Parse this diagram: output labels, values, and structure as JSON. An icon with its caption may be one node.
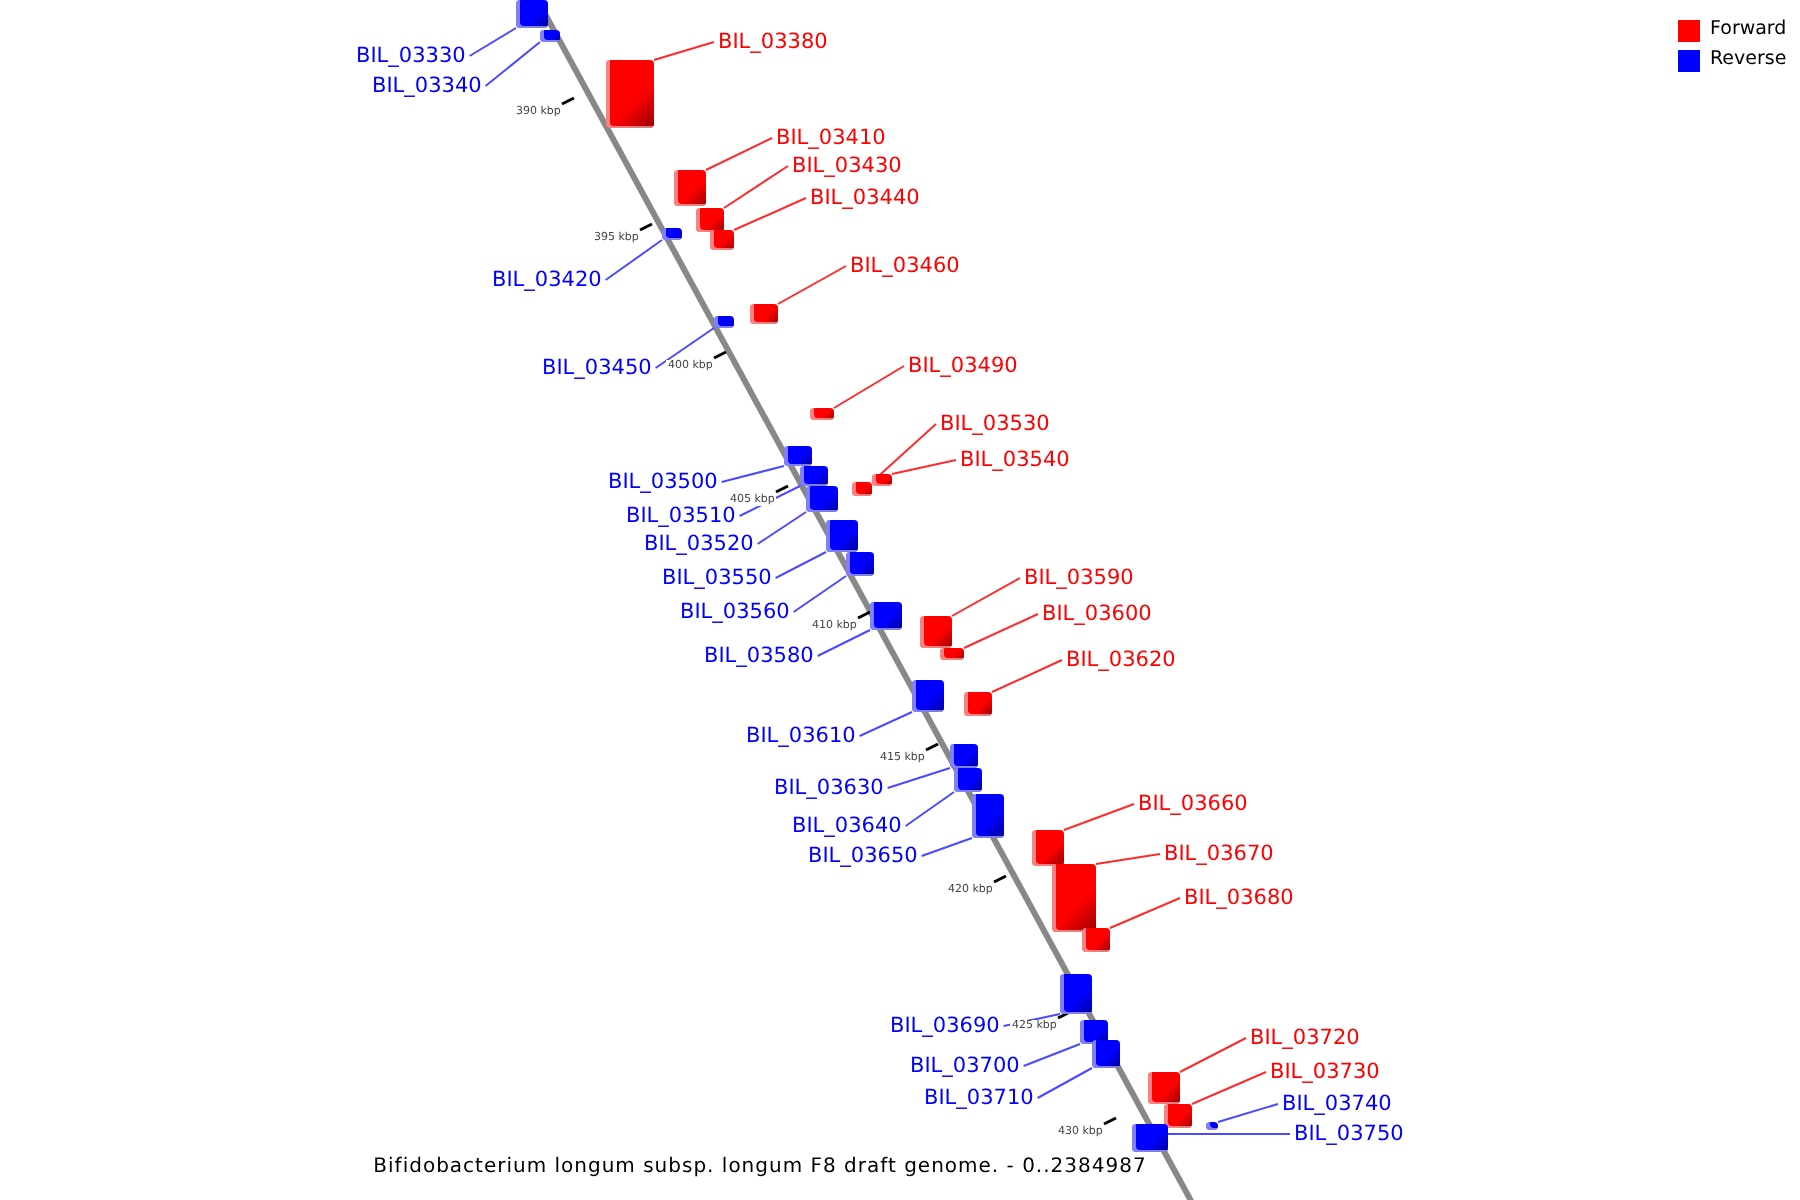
{
  "diagram": {
    "caption": "Bifidobacterium longum subsp. longum F8 draft genome. - 0..2384987",
    "nodes": [
      {
        "text": [
          "BIL_03330"
        ]
      },
      {
        "text": [],
        "shape": "bar"
      },
      {
        "text": [
          "BIL_03340"
        ]
      },
      {
        "text": [],
        "shape": "bar"
      },
      {
        "text": [
          "BIL_03380"
        ]
      },
      {
        "text": [],
        "shape": "bar"
      },
      {
        "text": [
          "BIL_03410"
        ]
      },
      {
        "text": [],
        "shape": "bar"
      },
      {
        "text": [
          "BIL_03430"
        ]
      },
      {
        "text": [],
        "shape": "bar"
      },
      {
        "text": [
          "BIL_03420"
        ]
      },
      {
        "text": [],
        "shape": "bar"
      },
      {
        "text": [
          "BIL_03440"
        ]
      },
      {
        "text": [],
        "shape": "bar"
      },
      {
        "text": [
          "BIL_03460"
        ]
      },
      {
        "text": [],
        "shape": "bar"
      },
      {
        "text": [
          "BIL_03450"
        ]
      },
      {
        "text": [],
        "shape": "bar"
      },
      {
        "text": [
          "BIL_03490"
        ]
      },
      {
        "text": [],
        "shape": "bar"
      },
      {
        "text": [
          "BIL_03500"
        ]
      },
      {
        "text": [],
        "shape": "bar"
      },
      {
        "text": [
          "BIL_03510"
        ]
      },
      {
        "text": [],
        "shape": "bar"
      },
      {
        "text": [
          "BIL_03540"
        ]
      },
      {
        "text": [],
        "shape": "bar"
      },
      {
        "text": [
          "BIL_03530"
        ]
      },
      {
        "text": [],
        "shape": "bar"
      },
      {
        "text": [
          "BIL_03520"
        ]
      },
      {
        "text": [],
        "shape": "bar"
      },
      {
        "text": [
          "BIL_03550"
        ]
      },
      {
        "text": [],
        "shape": "bar"
      },
      {
        "text": [
          "BIL_03560"
        ]
      },
      {
        "text": [],
        "shape": "bar"
      },
      {
        "text": [
          "BIL_03580"
        ]
      },
      {
        "text": [],
        "shape": "bar"
      },
      {
        "text": [
          "BIL_03590"
        ]
      },
      {
        "text": [],
        "shape": "bar"
      },
      {
        "text": [
          "BIL_03600"
        ]
      },
      {
        "text": [],
        "shape": "bar"
      },
      {
        "text": [
          "BIL_03610"
        ]
      },
      {
        "text": [],
        "shape": "bar"
      },
      {
        "text": [
          "BIL_03620"
        ]
      },
      {
        "text": [],
        "shape": "bar"
      },
      {
        "text": [
          "BIL_03630"
        ]
      },
      {
        "text": [],
        "shape": "bar"
      },
      {
        "text": [
          "BIL_03640"
        ]
      },
      {
        "text": [],
        "shape": "bar"
      },
      {
        "text": [
          "BIL_03650"
        ]
      },
      {
        "text": [],
        "shape": "bar"
      },
      {
        "text": [
          "BIL_03660"
        ]
      },
      {
        "text": [],
        "shape": "bar"
      },
      {
        "text": [
          "BIL_03670"
        ]
      },
      {
        "text": [],
        "shape": "bar"
      },
      {
        "text": [
          "BIL_03680"
        ]
      },
      {
        "text": [],
        "shape": "bar"
      },
      {
        "text": [
          "BIL_03690"
        ]
      },
      {
        "text": [],
        "shape": "bar"
      },
      {
        "text": [
          "BIL_03700"
        ]
      },
      {
        "text": [],
        "shape": "bar"
      },
      {
        "text": [
          "BIL_03710"
        ]
      },
      {
        "text": [],
        "shape": "bar"
      },
      {
        "text": [
          "BIL_03720"
        ]
      },
      {
        "text": [],
        "shape": "bar"
      },
      {
        "text": [
          "BIL_03730"
        ]
      },
      {
        "text": [],
        "shape": "bar"
      },
      {
        "text": [
          "BIL_03740"
        ]
      },
      {
        "text": [],
        "shape": "bar"
      },
      {
        "text": [
          "BIL_03750"
        ]
      },
      {
        "text": [],
        "shape": "bar"
      }
    ],
    "edges": [
      {
        "from": 0,
        "to": 1,
        "arrow": "none"
      },
      {
        "from": 2,
        "to": 3,
        "arrow": "none"
      },
      {
        "from": 4,
        "to": 5,
        "arrow": "none",
        "color": "#ff2a2a"
      },
      {
        "from": 6,
        "to": 7,
        "arrow": "none",
        "color": "#ff2a2a"
      },
      {
        "from": 8,
        "to": 9,
        "arrow": "none",
        "color": "#ff2a2a"
      },
      {
        "from": 10,
        "to": 11,
        "arrow": "none"
      },
      {
        "from": 12,
        "to": 13,
        "arrow": "none",
        "color": "#ff2a2a"
      },
      {
        "from": 14,
        "to": 15,
        "arrow": "none",
        "color": "#ff2a2a"
      },
      {
        "from": 16,
        "to": 17,
        "arrow": "none"
      },
      {
        "from": 18,
        "to": 19,
        "arrow": "none",
        "color": "#ff2a2a"
      },
      {
        "from": 20,
        "to": 21,
        "arrow": "none"
      },
      {
        "from": 22,
        "to": 23,
        "arrow": "none"
      },
      {
        "from": 24,
        "to": 25,
        "arrow": "none",
        "color": "#ff2a2a"
      },
      {
        "from": 26,
        "to": 27,
        "arrow": "none",
        "color": "#ff2a2a"
      },
      {
        "from": 28,
        "to": 29,
        "arrow": "none"
      },
      {
        "from": 30,
        "to": 31,
        "arrow": "none"
      },
      {
        "from": 32,
        "to": 33,
        "arrow": "none"
      },
      {
        "from": 34,
        "to": 35,
        "arrow": "none"
      },
      {
        "from": 36,
        "to": 37,
        "arrow": "none",
        "color": "#ff2a2a"
      },
      {
        "from": 38,
        "to": 39,
        "arrow": "none",
        "color": "#ff2a2a"
      },
      {
        "from": 40,
        "to": 41,
        "arrow": "none"
      },
      {
        "from": 42,
        "to": 43,
        "arrow": "none",
        "color": "#ff2a2a"
      },
      {
        "from": 44,
        "to": 45,
        "arrow": "none"
      },
      {
        "from": 46,
        "to": 47,
        "arrow": "none"
      },
      {
        "from": 48,
        "to": 49,
        "arrow": "none"
      },
      {
        "from": 50,
        "to": 51,
        "arrow": "none",
        "color": "#ff2a2a"
      },
      {
        "from": 52,
        "to": 53,
        "arrow": "none",
        "color": "#ff2a2a"
      },
      {
        "from": 54,
        "to": 55,
        "arrow": "none",
        "color": "#ff2a2a"
      },
      {
        "from": 56,
        "to": 57,
        "arrow": "none"
      },
      {
        "from": 58,
        "to": 59,
        "arrow": "none"
      },
      {
        "from": 60,
        "to": 61,
        "arrow": "none"
      },
      {
        "from": 62,
        "to": 63,
        "arrow": "none",
        "color": "#ff2a2a"
      },
      {
        "from": 64,
        "to": 65,
        "arrow": "none",
        "color": "#ff2a2a"
      },
      {
        "from": 66,
        "to": 67,
        "arrow": "none"
      },
      {
        "from": 68,
        "to": 69,
        "arrow": "none"
      }
    ],
    "labels": [
      "390 kbp",
      "395 kbp",
      "400 kbp",
      "405 kbp",
      "410 kbp",
      "415 kbp",
      "420 kbp",
      "425 kbp",
      "430 kbp"
    ],
    "legend": [
      {
        "text": "Forward",
        "color": "#ff0000"
      },
      {
        "text": "Reverse",
        "color": "#0000ff"
      }
    ]
  }
}
